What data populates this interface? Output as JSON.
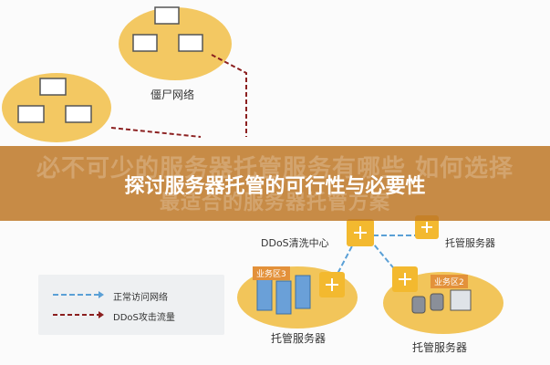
{
  "banner": {
    "title": "探讨服务器托管的可行性与必要性",
    "ghost_line1": "必不可少的服务器托管服务有哪些 如何选择",
    "ghost_line2": "最适合的服务器托管方案"
  },
  "labels": {
    "botnet": "僵尸网络",
    "ddos_center": "DDoS清洗中心",
    "hosting_right": "托管服务器",
    "zone3": "业务区3",
    "zone2": "业务区2",
    "hosting_zone3": "托管服务器",
    "hosting_zone2": "托管服务器"
  },
  "legend": {
    "normal": "正常访问网络",
    "ddos": "DDoS攻击流量"
  },
  "colors": {
    "banner": "#be7828",
    "ellipse": "#f2c55a",
    "router": "#f3b92f",
    "normal_line": "#5aa0d6",
    "ddos_line": "#8b1f1f"
  }
}
